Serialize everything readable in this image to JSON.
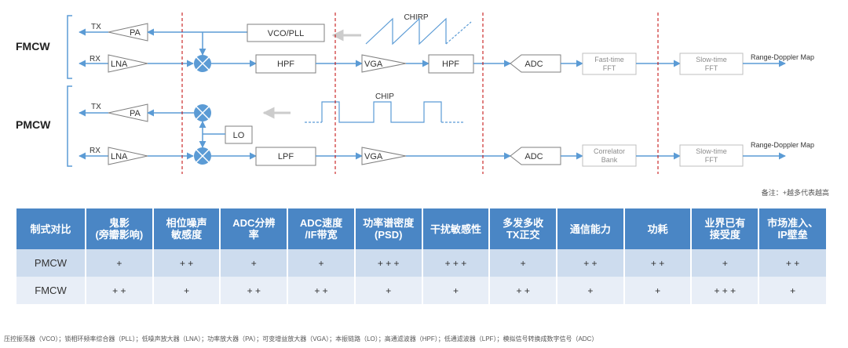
{
  "diagram": {
    "fmcw": {
      "title": "FMCW",
      "tx": "TX",
      "rx": "RX",
      "pa": "PA",
      "lna": "LNA",
      "vco": "VCO/PLL",
      "waveform": "CHIRP",
      "hpf1": "HPF",
      "vga": "VGA",
      "hpf2": "HPF",
      "adc": "ADC",
      "fast_fft": [
        "Fast-time",
        "FFT"
      ],
      "slow_fft": [
        "Slow-time",
        "FFT"
      ],
      "output": "Range-Doppler Map"
    },
    "pmcw": {
      "title": "PMCW",
      "tx": "TX",
      "rx": "RX",
      "pa": "PA",
      "lna": "LNA",
      "lo": "LO",
      "waveform": "CHIP",
      "lpf": "LPF",
      "vga": "VGA",
      "adc": "ADC",
      "correlator": [
        "Correlator",
        "Bank"
      ],
      "slow_fft": [
        "Slow-time",
        "FFT"
      ],
      "output": "Range-Doppler Map"
    },
    "colors": {
      "line": "#5b9bd5",
      "divider": "#c00000",
      "block_border": "#7f7f7f",
      "faded_border": "#bfbfbf",
      "mixer_fill": "#5b9bd5"
    }
  },
  "note": "备注：+越多代表越高",
  "table": {
    "headers": [
      "制式对比",
      "鬼影\n(旁瓣影响)",
      "相位噪声\n敏感度",
      "ADC分辨\n率",
      "ADC速度\n/IF带宽",
      "功率谱密度\n(PSD)",
      "干扰敏感性",
      "多发多收\nTX正交",
      "通信能力",
      "功耗",
      "业界已有\n接受度",
      "市场准入、\nIP壁垒"
    ],
    "rows": [
      [
        "PMCW",
        "+",
        "+ +",
        "+",
        "+",
        "+ + +",
        "+ + +",
        "+",
        "+ +",
        "+ +",
        "+",
        "+ +"
      ],
      [
        "FMCW",
        "+ +",
        "+",
        "+ +",
        "+ +",
        "+",
        "+",
        "+ +",
        "+",
        "+",
        "+ + +",
        "+"
      ]
    ],
    "header_color": "#4a86c5",
    "row_colors": [
      "#cddcee",
      "#e8eef7"
    ]
  },
  "footnote": "压控振荡器（VCO）；锁相环频率综合器（PLL）；低噪声放大器（LNA）；功率放大器（PA）；可变增益放大器（VGA）；本振链路（LO）；高通滤波器（HPF）；低通滤波器（LPF）；模拟信号转换成数字信号（ADC）"
}
